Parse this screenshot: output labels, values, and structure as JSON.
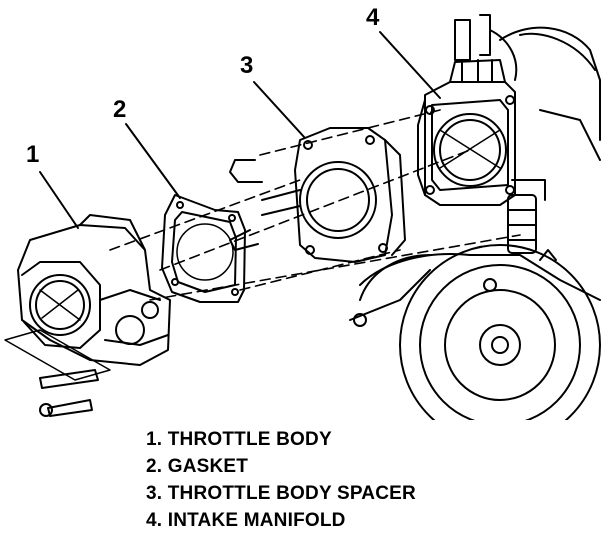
{
  "callouts": {
    "c1": "1",
    "c2": "2",
    "c3": "3",
    "c4": "4"
  },
  "legend": {
    "item1": "1. THROTTLE BODY",
    "item2": "2. GASKET",
    "item3": "3. THROTTLE BODY SPACER",
    "item4": "4. INTAKE MANIFOLD"
  },
  "colors": {
    "ink": "#000000",
    "paper": "#ffffff"
  }
}
